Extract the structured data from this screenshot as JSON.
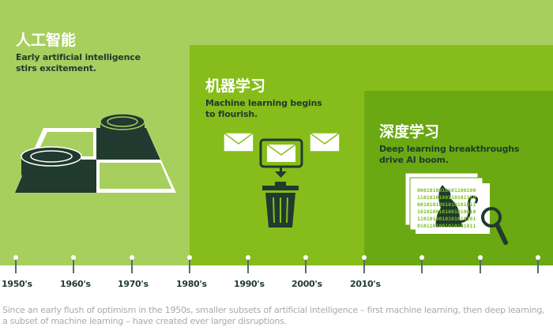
{
  "eras": [
    {
      "title": "人工智能",
      "description": "Early artificial intelligence\nstirs excitement.",
      "color": "#a7cf5e"
    },
    {
      "title": "机器学习",
      "description": "Machine learning begins\nto flourish.",
      "color": "#86bd1a"
    },
    {
      "title": "深度学习",
      "description": "Deep learning breakthroughs\ndrive AI boom.",
      "color": "#6aa912"
    }
  ],
  "timeline": [
    "1950's",
    "1960's",
    "1970's",
    "1980's",
    "1990's",
    "2000's",
    "2010's"
  ],
  "caption": "Since an early flush of optimism in the 1950s, smaller subsets of artificial intelligence – first machine learning, then deep learning, a subset of machine learning – have created ever larger disruptions.",
  "binary_text": [
    "0001010010101100100",
    "1101010100110101110",
    "0010101001010101011",
    "1010100101001010010",
    "1101010010101010101",
    "0101101001010101011"
  ]
}
